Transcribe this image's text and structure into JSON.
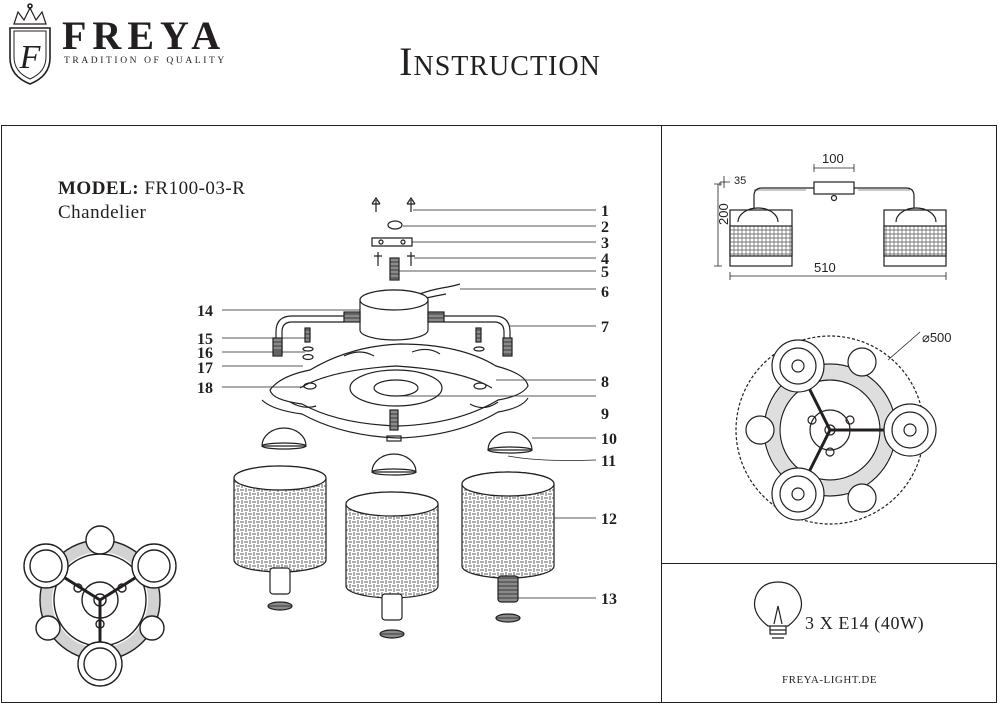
{
  "header": {
    "title": "Instruction",
    "brand": {
      "name": "FREYA",
      "tagline": "TRADITION OF QUALITY",
      "monogram": "F"
    }
  },
  "product": {
    "model_label": "MODEL:",
    "model_code": "FR100-03-R",
    "type": "Chandelier"
  },
  "callouts": [
    "1",
    "2",
    "3",
    "4",
    "5",
    "6",
    "7",
    "8",
    "9",
    "10",
    "11",
    "12",
    "13",
    "14",
    "15",
    "16",
    "17",
    "18"
  ],
  "dimensions": {
    "width_top": "100",
    "offset": "35",
    "height": "200",
    "width_total": "510",
    "diameter": "⌀500"
  },
  "bulb": {
    "spec": "3 X E14 (40W)",
    "icon": "light-bulb-icon"
  },
  "website": "FREYA-LIGHT.DE",
  "colors": {
    "ink": "#231f20",
    "background": "#ffffff"
  }
}
